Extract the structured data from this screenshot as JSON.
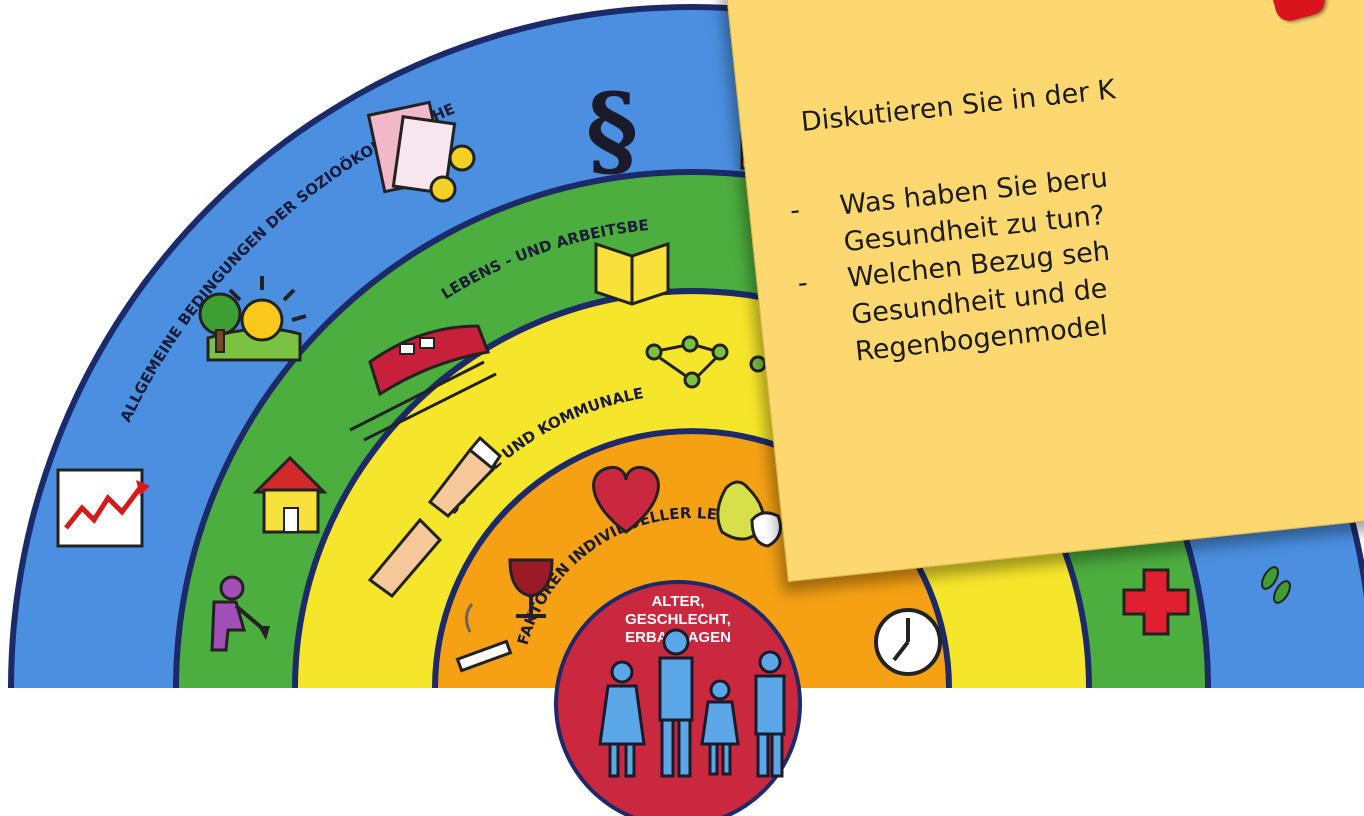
{
  "diagram": {
    "rings": [
      {
        "label": "ALLGEMEINE BEDINGUNGEN DER SOZIOÖKONOMISCHE",
        "color": "#4a8fe0"
      },
      {
        "label": "LEBENS - UND ARBEITSBE",
        "color": "#4cae3e"
      },
      {
        "label": "SOZIALE UND KOMMUNALE",
        "color": "#f6e62b"
      },
      {
        "label": "FAKTOREN INDIVIDUELLER LE",
        "color": "#f5a113"
      }
    ],
    "center": {
      "line1": "ALTER,",
      "line2": "GESCHLECHT,",
      "line3": "ERBANLAGEN",
      "color": "#c9283e"
    }
  },
  "note": {
    "title": "Diskutieren Sie in der K",
    "bullets": [
      {
        "dash": "-",
        "line1": "Was haben Sie beru",
        "line2": "Gesundheit zu tun?"
      },
      {
        "dash": "-",
        "line1": "Welchen Bezug seh",
        "line2": "Gesundheit und de",
        "line3": "Regenbogenmodel"
      }
    ]
  }
}
